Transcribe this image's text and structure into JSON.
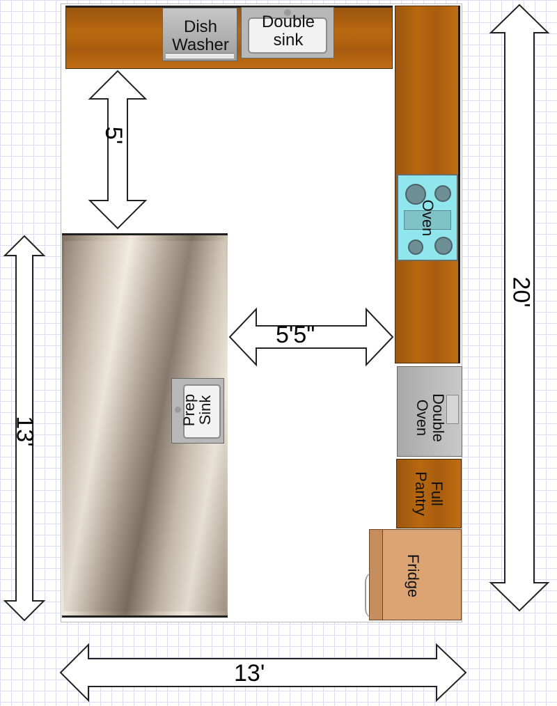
{
  "fixtures": {
    "dishwasher": "Dish\nWasher",
    "double_sink": "Double\nsink",
    "oven": "Oven",
    "double_oven": "Double\nOven",
    "full_pantry": "Full\nPantry",
    "fridge": "Fridge",
    "prep_sink": "Prep\nSink"
  },
  "dimensions": {
    "aisle_top": "5'",
    "aisle_middle": "5'5\"",
    "island_length": "13'",
    "room_width": "13'",
    "room_length": "20'"
  },
  "colors": {
    "wood": "#b8680f",
    "stainless": "#c0b3a4",
    "cooktop": "#8fe6ec",
    "fridge": "#dca373",
    "appliance_gray": "#b0b0b0",
    "grid": "#dadcf0"
  }
}
